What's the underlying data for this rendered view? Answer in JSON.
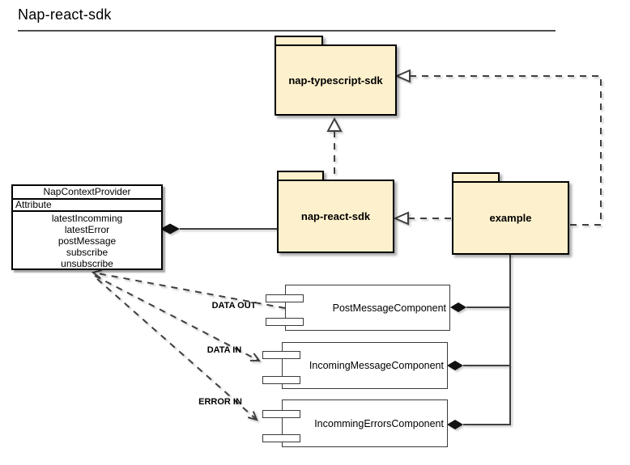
{
  "title": "Nap-react-sdk",
  "packages": [
    {
      "label": "nap-typescript-sdk"
    },
    {
      "label": "nap-react-sdk"
    },
    {
      "label": "example"
    }
  ],
  "class_box": {
    "title": "NapContextProvider",
    "section_label": "Attribute",
    "attributes": [
      "latestIncomming",
      "latestError",
      "postMessage",
      "subscribe",
      "unsubscribe"
    ]
  },
  "components": [
    {
      "label": "PostMessageComponent"
    },
    {
      "label": "IncomingMessageComponent"
    },
    {
      "label": "IncommingErrorsComponent"
    }
  ],
  "edge_labels": {
    "data_out": "DATA OUT",
    "data_in": "DATA IN",
    "error_in": "ERROR IN"
  },
  "colors": {
    "package_fill": "#FDF0CC",
    "border": "#000000",
    "connector": "#404040"
  }
}
